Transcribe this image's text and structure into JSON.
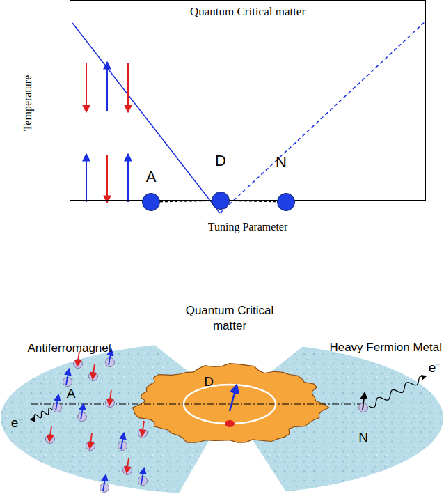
{
  "diagram": {
    "nodes": [
      {
        "text": [
          "Quantum Critical matter"
        ]
      },
      {
        "text": [
          "A"
        ],
        "in": 0
      },
      {
        "text": [
          "D"
        ],
        "in": 0
      },
      {
        "text": [
          "N"
        ],
        "in": 0
      }
    ],
    "edges": [
      {
        "from": 1,
        "to": 2,
        "arrow": "none"
      },
      {
        "from": 2,
        "to": 3,
        "arrow": "none"
      }
    ],
    "labels": [
      "Temperature",
      "Tuning Parameter",
      "Antiferromagnet",
      "Quantum Critical matter",
      "Heavy Fermion Metal",
      "A",
      "D",
      "N",
      "e⁻",
      "e⁻"
    ]
  }
}
